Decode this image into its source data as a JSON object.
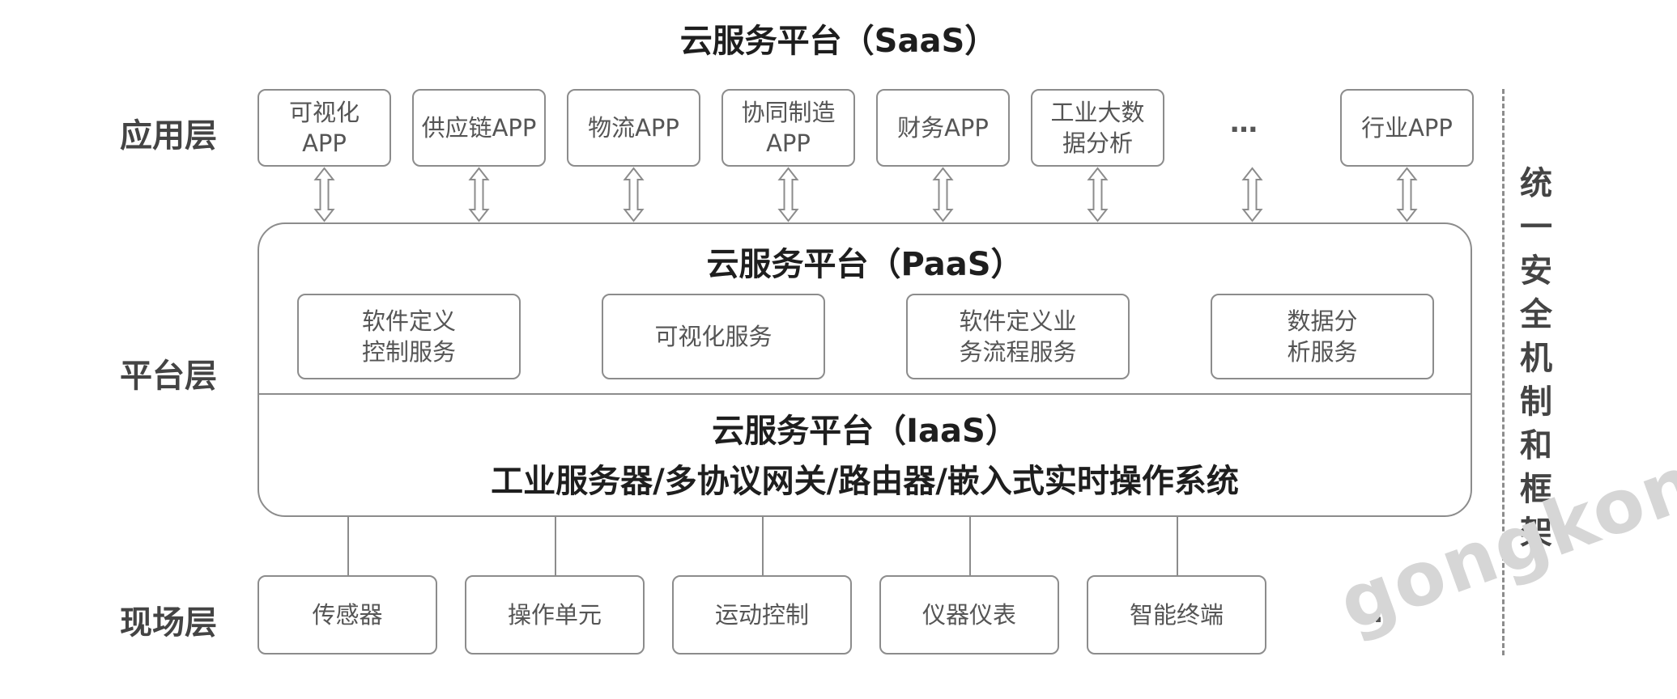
{
  "saas_title": "云服务平台（SaaS）",
  "layers": {
    "application": "应用层",
    "platform": "平台层",
    "field": "现场层"
  },
  "apps": [
    [
      "可视化",
      "APP"
    ],
    [
      "供应链APP"
    ],
    [
      "物流APP"
    ],
    [
      "协同制造",
      "APP"
    ],
    [
      "财务APP"
    ],
    [
      "工业大数",
      "据分析"
    ],
    [
      "…"
    ],
    [
      "行业APP"
    ]
  ],
  "paas_title": "云服务平台（PaaS）",
  "paas_services": [
    [
      "软件定义",
      "控制服务"
    ],
    [
      "可视化服务"
    ],
    [
      "软件定义业",
      "务流程服务"
    ],
    [
      "数据分",
      "析服务"
    ]
  ],
  "iaas_title": "云服务平台（IaaS）",
  "iaas_subtitle": "工业服务器/多协议网关/路由器/嵌入式实时操作系统",
  "field_devices": [
    "传感器",
    "操作单元",
    "运动控制",
    "仪器仪表",
    "智能终端"
  ],
  "field_ellipsis": "…",
  "side_label": "统一安全机制和框架",
  "watermark": "gongkong",
  "watermark_mark": "®"
}
